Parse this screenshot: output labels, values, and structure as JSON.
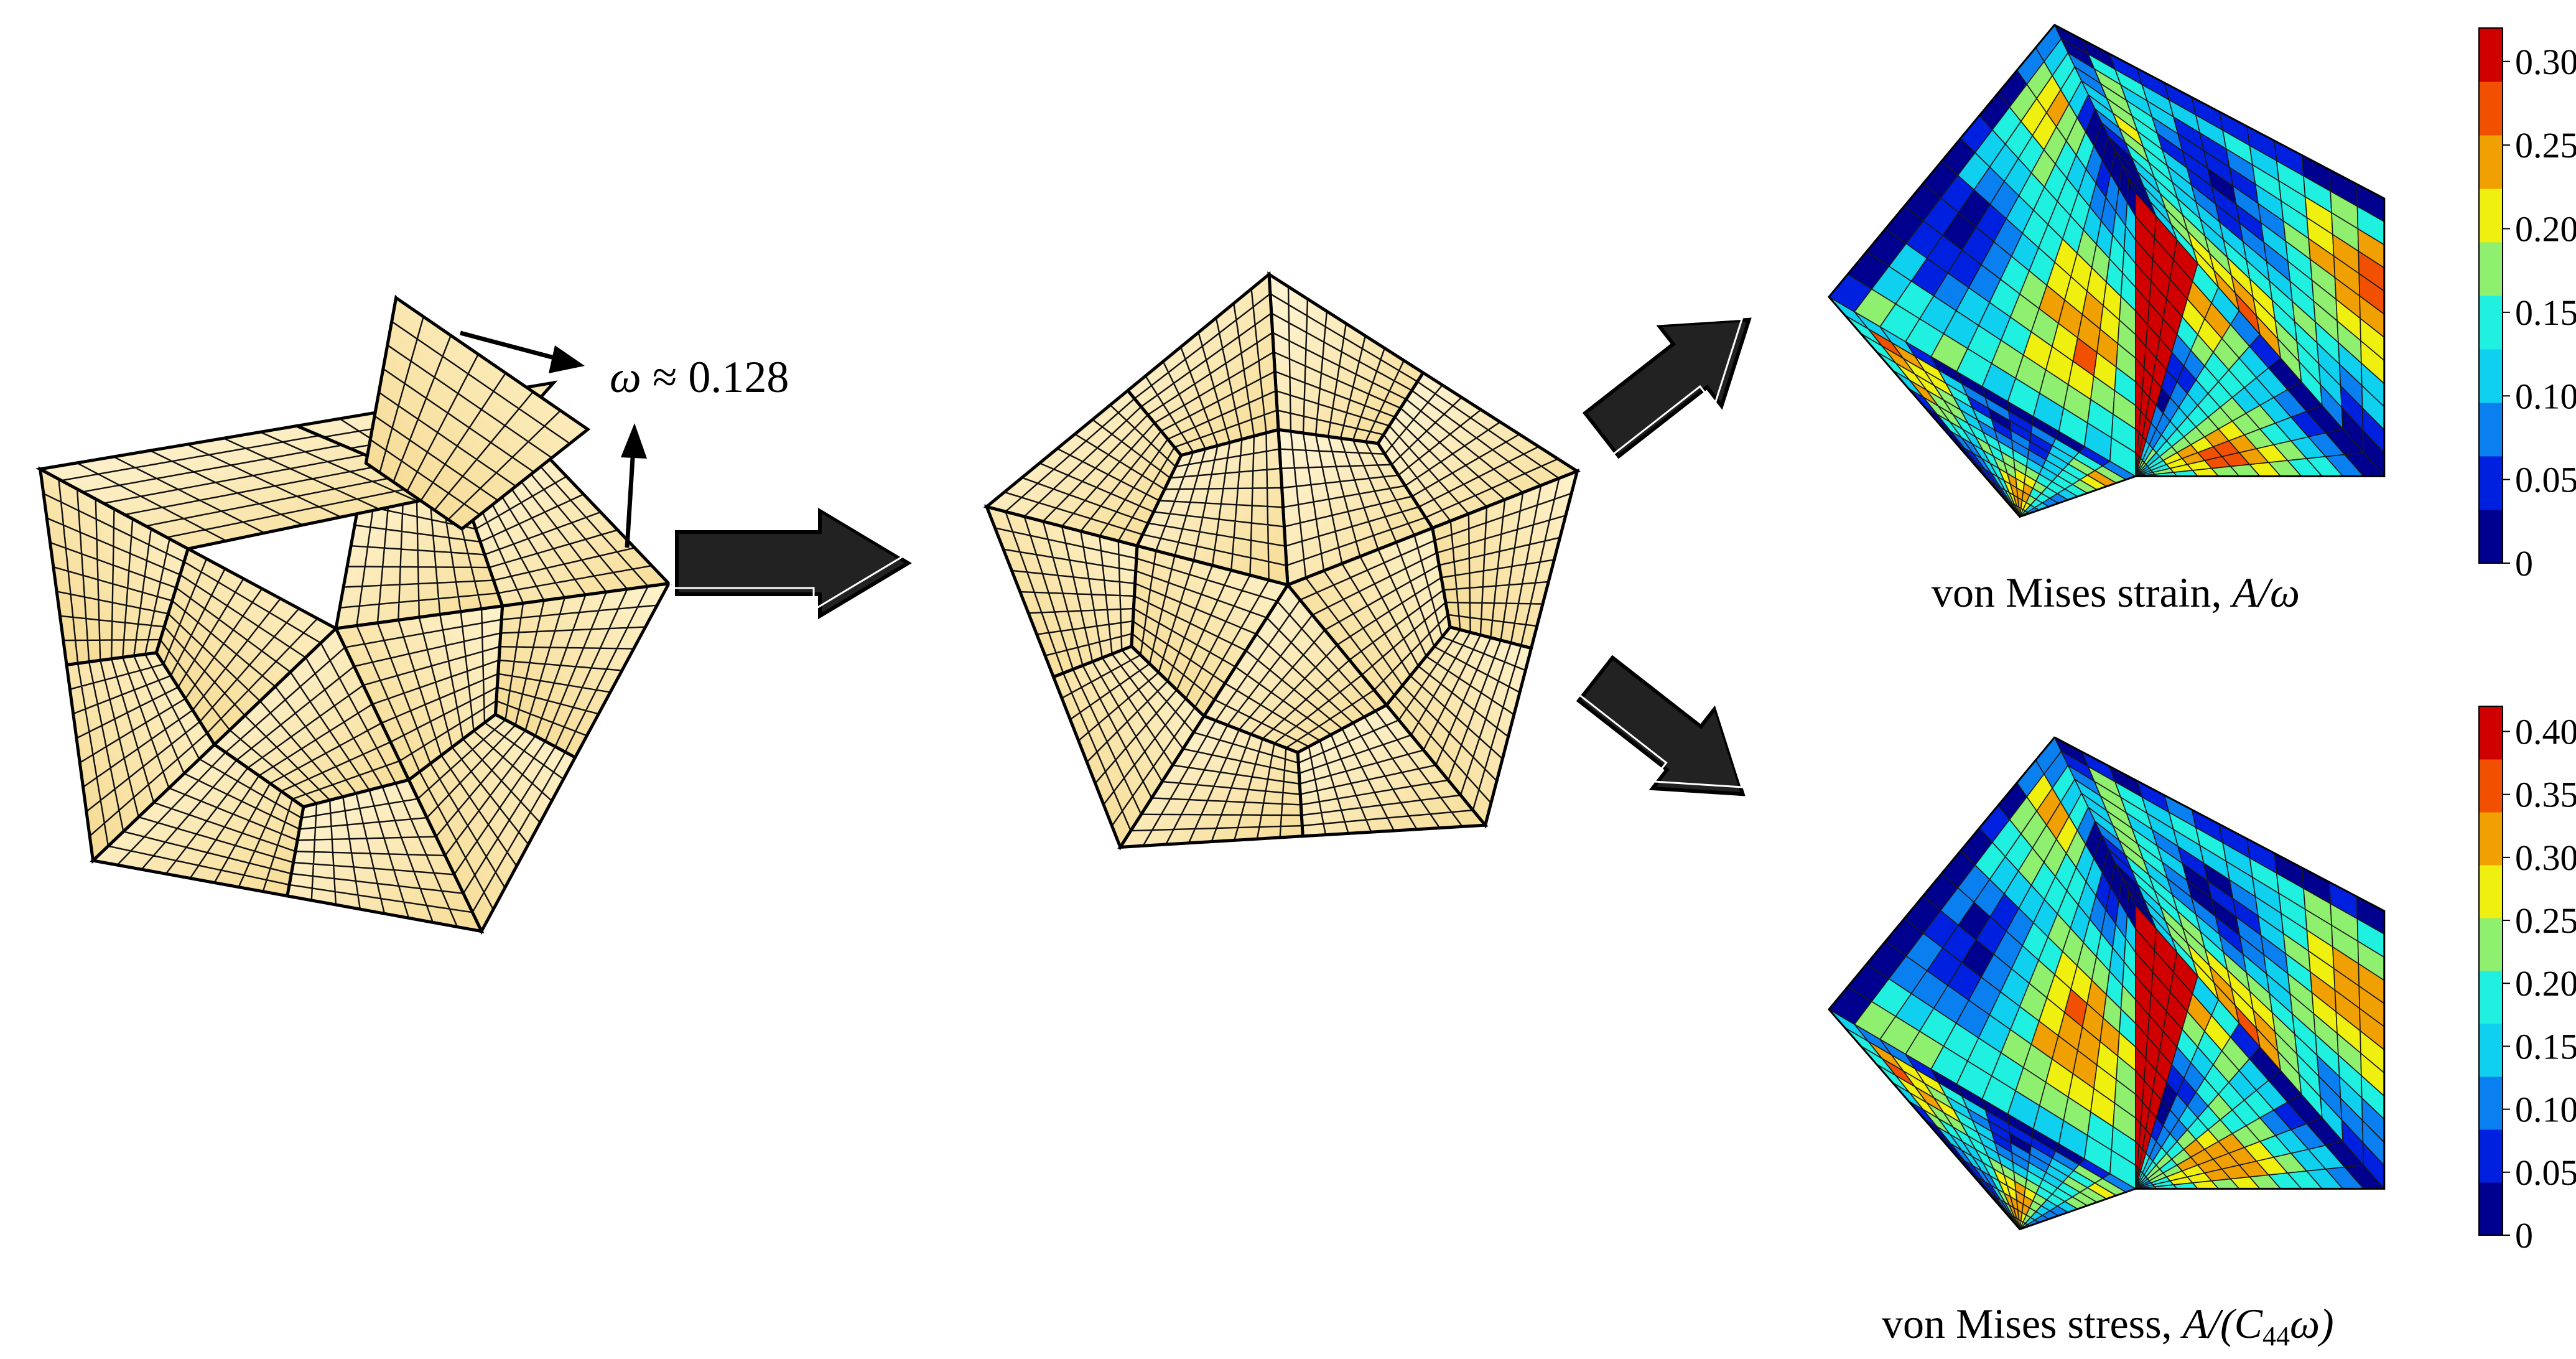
{
  "annotation": {
    "symbol": "ω",
    "approx": " ≈ 0.128"
  },
  "strain_panel": {
    "caption_text": "von Mises strain, ",
    "caption_math": "A/ω",
    "ticks": [
      "0",
      "0.05",
      "0.10",
      "0.15",
      "0.20",
      "0.25",
      "0.30"
    ]
  },
  "stress_panel": {
    "caption_text": "von Mises stress, ",
    "caption_math_pre": "A/(",
    "caption_math_c": "C",
    "caption_math_sub": "44",
    "caption_math_post": "ω)",
    "ticks": [
      "0",
      "0.05",
      "0.10",
      "0.15",
      "0.20",
      "0.25",
      "0.30",
      "0.35",
      "0.40"
    ]
  },
  "colormap": [
    "#00008f",
    "#0020e0",
    "#0a80f0",
    "#10d0f0",
    "#20f0e0",
    "#8ff070",
    "#f0f010",
    "#f0a000",
    "#f05000",
    "#d00000"
  ],
  "mesh_fill": "#fbeab0",
  "mesh_fill_light": "#fff6d8"
}
